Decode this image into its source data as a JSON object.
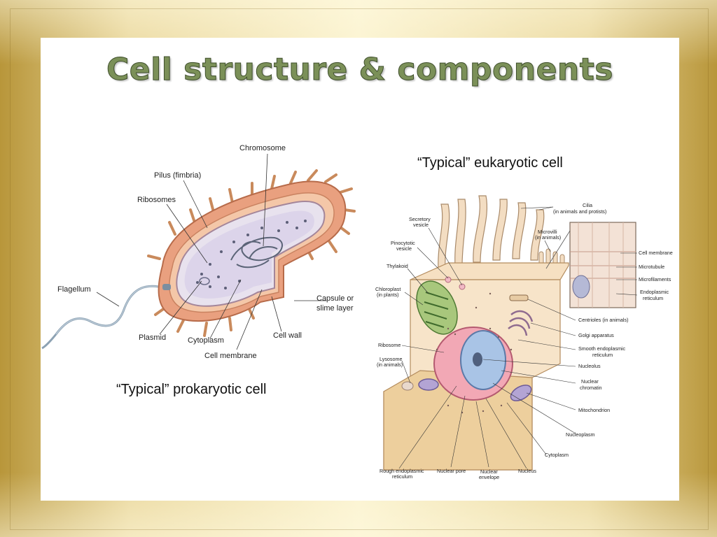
{
  "slide": {
    "title": "Cell structure & components"
  },
  "prokaryote": {
    "caption": "“Typical” prokaryotic cell",
    "labels": {
      "chromosome": "Chromosome",
      "pilus": "Pilus (fimbria)",
      "ribosomes": "Ribosomes",
      "flagellum": "Flagellum",
      "capsule_1": "Capsule or",
      "capsule_2": "slime layer",
      "plasmid": "Plasmid",
      "cytoplasm": "Cytoplasm",
      "cell_wall": "Cell wall",
      "cell_membrane": "Cell membrane"
    }
  },
  "eukaryote": {
    "caption": "“Typical” eukaryotic cell",
    "labels": {
      "cilia_1": "Cilia",
      "cilia_2": "(in animals and protists)",
      "secretory_1": "Secretory",
      "secretory_2": "vesicle",
      "microvilli_1": "Microvilli",
      "microvilli_2": "(in animals)",
      "pinocytotic_1": "Pinocytotic",
      "pinocytotic_2": "vesicle",
      "cell_membrane": "Cell membrane",
      "microtubule": "Microtubule",
      "thylakoid": "Thylakoid",
      "microfilaments": "Microfilaments",
      "chloroplast_1": "Chloroplast",
      "chloroplast_2": "(in plants)",
      "er_1": "Endoplasmic",
      "er_2": "reticulum",
      "centrioles": "Centrioles (in animals)",
      "golgi": "Golgi apparatus",
      "ribosome": "Ribosome",
      "smooth_er_1": "Smooth endoplasmic",
      "smooth_er_2": "reticulum",
      "lysosome_1": "Lysosome",
      "lysosome_2": "(in animals)",
      "nucleolus": "Nucleolus",
      "chromatin_1": "Nuclear",
      "chromatin_2": "chromatin",
      "mitochondrion": "Mitochondrion",
      "nucleoplasm": "Nucleoplasm",
      "cytoplasm": "Cytoplasm",
      "rough_er_1": "Rough endoplasmic",
      "rough_er_2": "reticulum",
      "nuclear_pore": "Nuclear pore",
      "envelope_1": "Nuclear",
      "envelope_2": "envelope",
      "nucleus": "Nucleus"
    }
  }
}
